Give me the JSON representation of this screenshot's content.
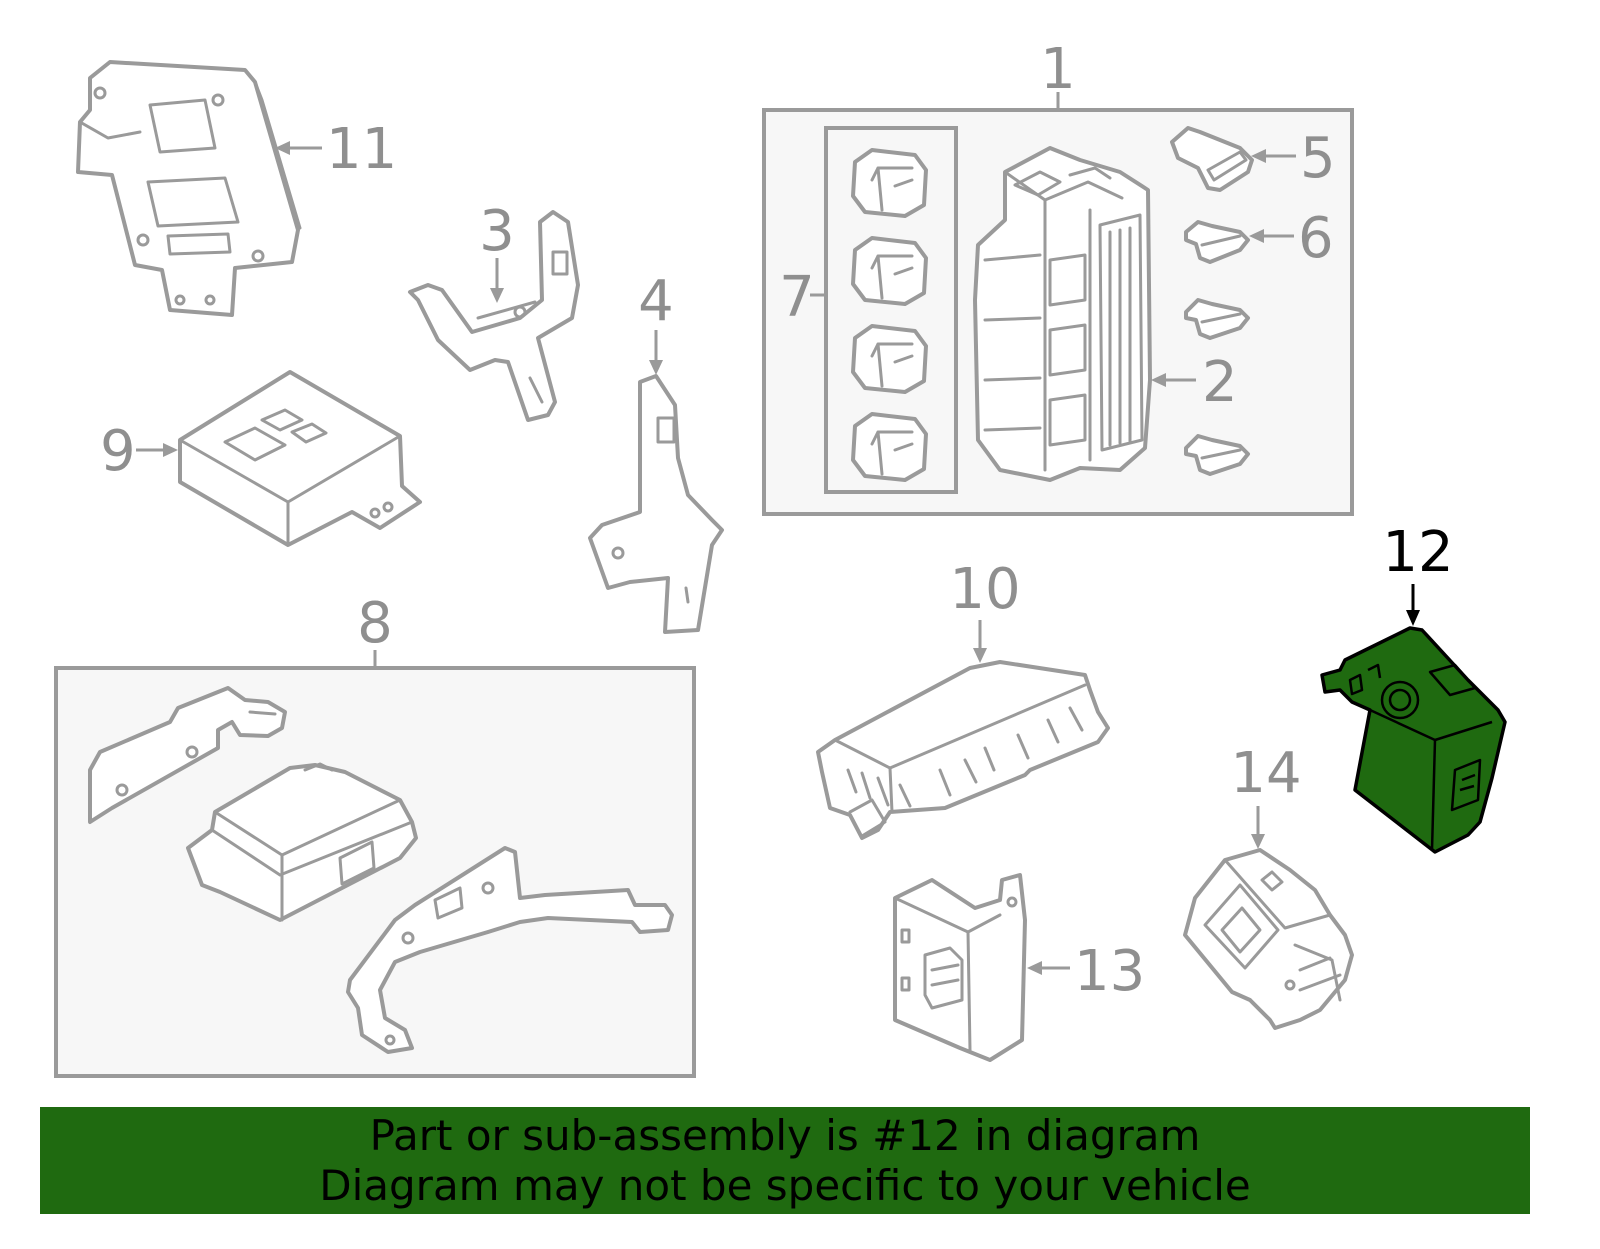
{
  "colors": {
    "highlight_fill": "#1f6a10",
    "banner_background": "#1f6a10",
    "banner_text": "#000000",
    "part_line": "#9a9a9a",
    "callout_text": "#8f8f8f",
    "highlight_callout": "#000000"
  },
  "callouts": {
    "c1": "1",
    "c2": "2",
    "c3": "3",
    "c4": "4",
    "c5": "5",
    "c6": "6",
    "c7": "7",
    "c8": "8",
    "c9": "9",
    "c10": "10",
    "c11": "11",
    "c12": "12",
    "c13": "13",
    "c14": "14"
  },
  "highlighted_part": "12",
  "banner": {
    "line1": "Part or sub-assembly is #12 in diagram",
    "line2": "Diagram may not be specific to your vehicle"
  }
}
